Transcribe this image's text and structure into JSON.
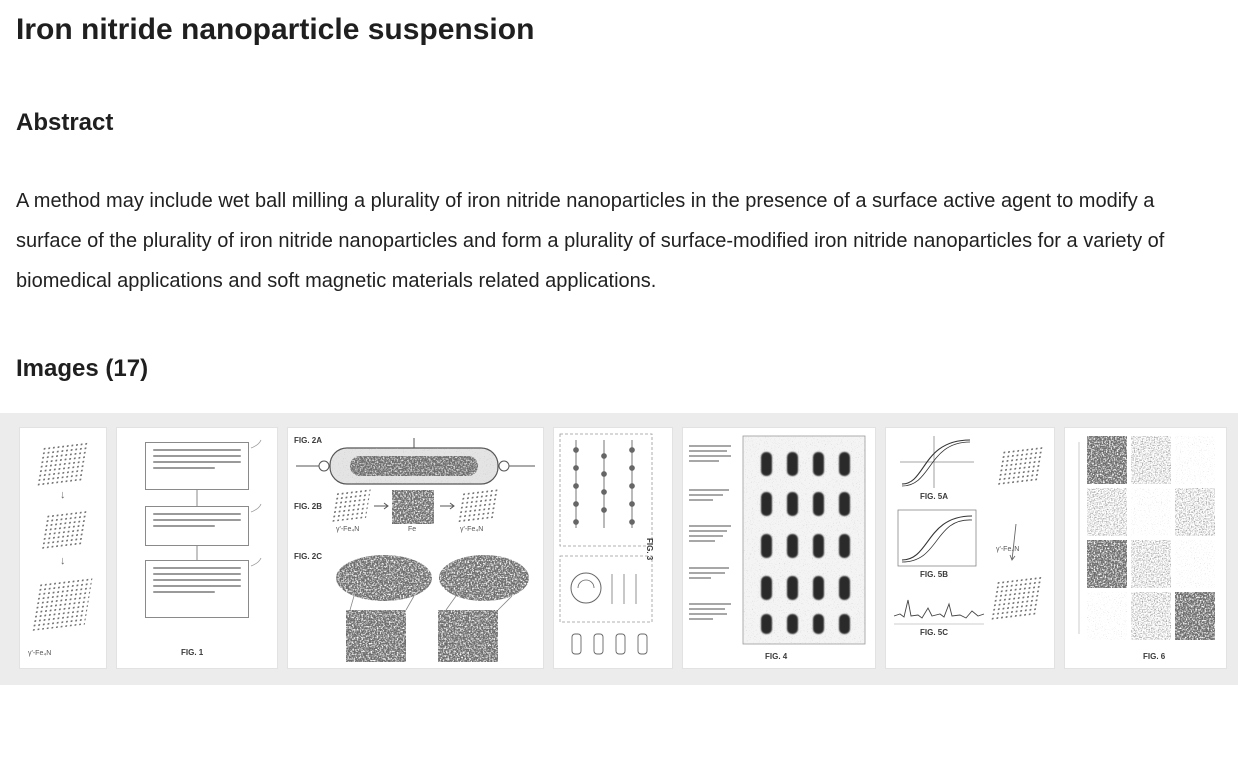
{
  "page": {
    "title": "Iron nitride nanoparticle suspension",
    "abstract": {
      "heading": "Abstract",
      "text": "A method may include wet ball milling a plurality of iron nitride nanoparticles in the presence of a surface active agent to modify a surface of the plurality of iron nitride nanoparticles and form a plurality of surface-modified iron nitride nanoparticles for a variety of biomedical applications and soft magnetic materials related applications."
    },
    "images": {
      "heading": "Images (17)",
      "count": 17
    }
  },
  "colors": {
    "text": "#212121",
    "strip_bg": "#ececec",
    "card_bg": "#ffffff"
  },
  "thumbnails": [
    {
      "name": "crystal-structures",
      "caption": "γ'-Fe₄N"
    },
    {
      "name": "process-flowchart",
      "caption": "FIG. 1"
    },
    {
      "name": "ball-mill-diagram",
      "label_a": "FIG. 2A",
      "label_b": "FIG. 2B",
      "label_c": "FIG. 2C",
      "mat_left": "γ'-Fe₄N",
      "mat_mid": "Fe",
      "mat_right": "γ'-Fe₄N"
    },
    {
      "name": "chemical-structures",
      "caption": "FIG. 3"
    },
    {
      "name": "gel-assay",
      "caption": "FIG. 4"
    },
    {
      "name": "magnetometry-plots",
      "label_a": "FIG. 5A",
      "label_b": "FIG. 5B",
      "label_c": "FIG. 5C",
      "mat": "γ'-Fe₄N"
    },
    {
      "name": "tem-image-grid",
      "caption": "FIG. 6"
    }
  ]
}
